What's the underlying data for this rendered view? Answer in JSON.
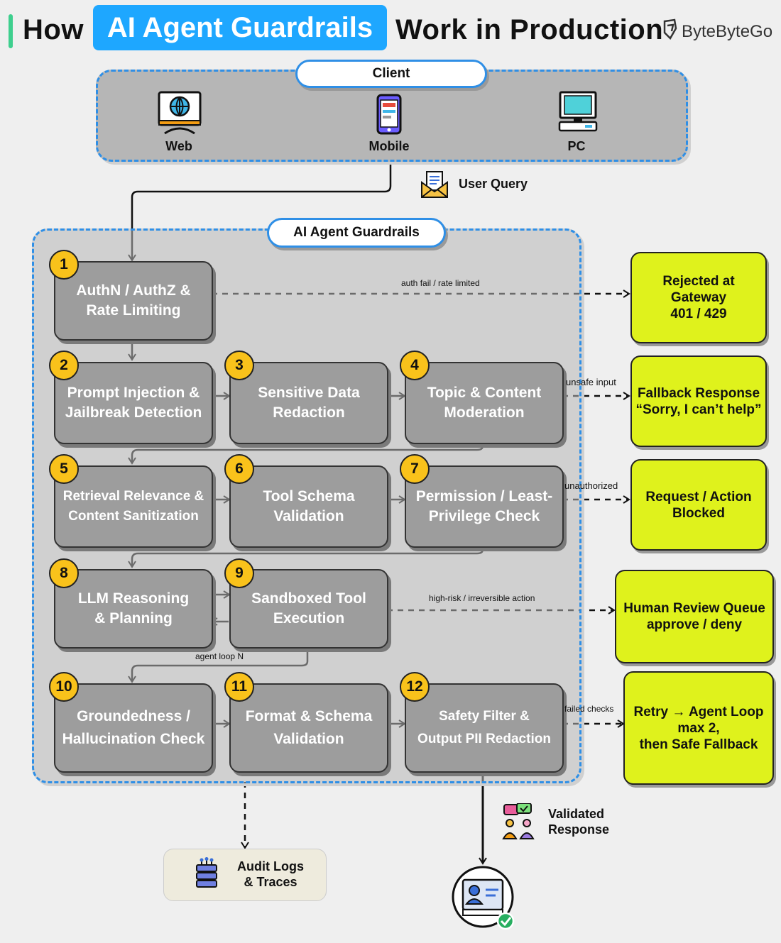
{
  "title": {
    "prefix": "How",
    "highlight": "AI Agent Guardrails",
    "suffix": "Work in Production"
  },
  "brand": {
    "name": "ByteByteGo"
  },
  "client": {
    "label": "Client",
    "devices": [
      {
        "label": "Web",
        "icon": "globe-monitor-icon"
      },
      {
        "label": "Mobile",
        "icon": "mobile-phone-icon"
      },
      {
        "label": "PC",
        "icon": "desktop-pc-icon"
      }
    ]
  },
  "user_query": {
    "label": "User Query",
    "icon": "envelope-document-icon"
  },
  "guardrails": {
    "label": "AI Agent Guardrails",
    "steps": [
      {
        "num": "1",
        "label": "AuthN / AuthZ &\nRate Limiting"
      },
      {
        "num": "2",
        "label": "Prompt Injection &\nJailbreak Detection"
      },
      {
        "num": "3",
        "label": "Sensitive Data\nRedaction"
      },
      {
        "num": "4",
        "label": "Topic & Content\nModeration"
      },
      {
        "num": "5",
        "label": "Retrieval Relevance &\nContent Sanitization"
      },
      {
        "num": "6",
        "label": "Tool Schema\nValidation"
      },
      {
        "num": "7",
        "label": "Permission / Least-\nPrivilege Check"
      },
      {
        "num": "8",
        "label": "LLM Reasoning\n& Planning"
      },
      {
        "num": "9",
        "label": "Sandboxed Tool\nExecution"
      },
      {
        "num": "10",
        "label": "Groundedness /\nHallucination Check"
      },
      {
        "num": "11",
        "label": "Format & Schema\nValidation"
      },
      {
        "num": "12",
        "label": "Safety Filter &\nOutput PII Redaction"
      }
    ],
    "agent_loop_label": "agent loop N"
  },
  "outcomes": [
    {
      "label": "Rejected at\nGateway\n401 / 429",
      "edge": "auth fail / rate limited"
    },
    {
      "label": "Fallback Response\n“Sorry, I can’t help”",
      "edge": "unsafe input"
    },
    {
      "label": "Request / Action\nBlocked",
      "edge": "unauthorized"
    },
    {
      "label": "Human Review Queue\napprove / deny",
      "edge": "high-risk / irreversible action"
    },
    {
      "label": "Retry → Agent Loop\nmax 2,\nthen Safe Fallback",
      "edge": "failed checks"
    }
  ],
  "audit": {
    "label": "Audit Logs\n& Traces",
    "icon": "database-stack-icon"
  },
  "validated": {
    "label": "Validated\nResponse",
    "icon": "chat-users-icon"
  },
  "final_icon": "verified-profile-icon",
  "colors": {
    "accent": "#1ea7ff",
    "dashed_border": "#2f8fe6",
    "outcome": "#dff21c",
    "badge": "#f9c21b",
    "step": "#9d9d9d"
  }
}
